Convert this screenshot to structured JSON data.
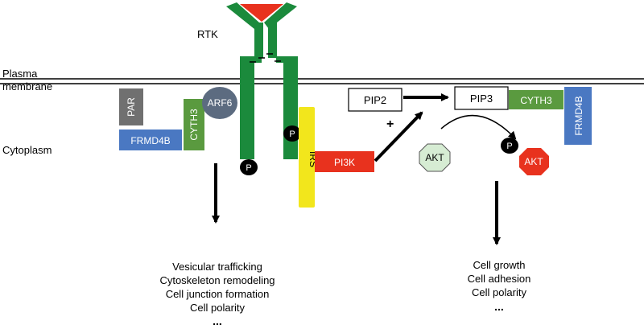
{
  "labels": {
    "rtk": "RTK",
    "plasma_membrane_line1": "Plasma",
    "plasma_membrane_line2": "membrane",
    "cytoplasm": "Cytoplasm",
    "plus_sign": "+"
  },
  "boxes": {
    "par": "PAR",
    "frmd4b_left": "FRMD4B",
    "cyth3_left": "CYTH3",
    "arf6": "ARF6",
    "irs": "IRS",
    "pi3k": "PI3K",
    "pip2": "PIP2",
    "pip3": "PIP3",
    "cyth3_right": "CYTH3",
    "frmd4b_right": "FRMD4B",
    "akt_inactive": "AKT",
    "akt_active": "AKT"
  },
  "phospho_label": "P",
  "left_outcomes": [
    "Vesicular trafficking",
    "Cytoskeleton remodeling",
    "Cell junction formation",
    "Cell polarity",
    "..."
  ],
  "right_outcomes": [
    "Cell growth",
    "Cell adhesion",
    "Cell polarity",
    "..."
  ],
  "colors": {
    "receptor": "#1b8a3c",
    "ligand": "#e8321e",
    "par": "#707070",
    "frmd4b": "#4a78c2",
    "cyth3": "#5a9a3f",
    "arf6": "#5c6b80",
    "irs": "#f2e61c",
    "pi3k": "#e8321e",
    "akt_inactive": "#d6ecd3",
    "akt_active": "#e8321e",
    "phospho": "#000000"
  }
}
